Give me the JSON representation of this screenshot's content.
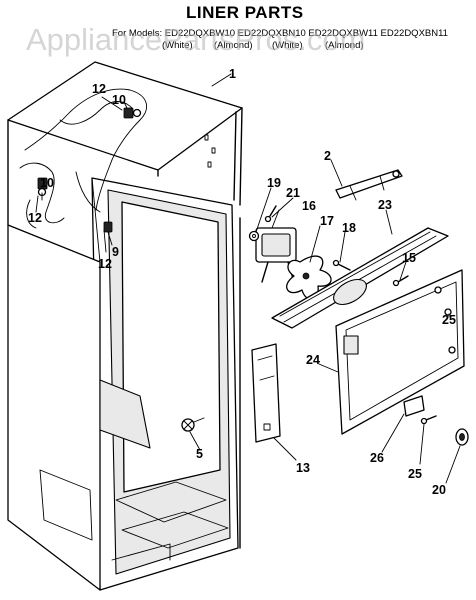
{
  "title": "LINER PARTS",
  "model_line": "For Models: ED22DQXBW10  ED22DQXBN10  ED22DQXBW11  ED22DQXBN11",
  "color_labels": [
    "(White)",
    "(Almond)",
    "(White)",
    "(Almond)"
  ],
  "watermark": "AppliancePartsPros.com",
  "callouts": {
    "c1": "1",
    "c2": "2",
    "c5": "5",
    "c9": "9",
    "c10a": "10",
    "c10b": "10",
    "c12a": "12",
    "c12b": "12",
    "c12c": "12",
    "c13": "13",
    "c15": "15",
    "c16": "16",
    "c17": "17",
    "c18": "18",
    "c19": "19",
    "c20": "20",
    "c21": "21",
    "c23": "23",
    "c24": "24",
    "c25a": "25",
    "c25b": "25",
    "c26": "26"
  }
}
